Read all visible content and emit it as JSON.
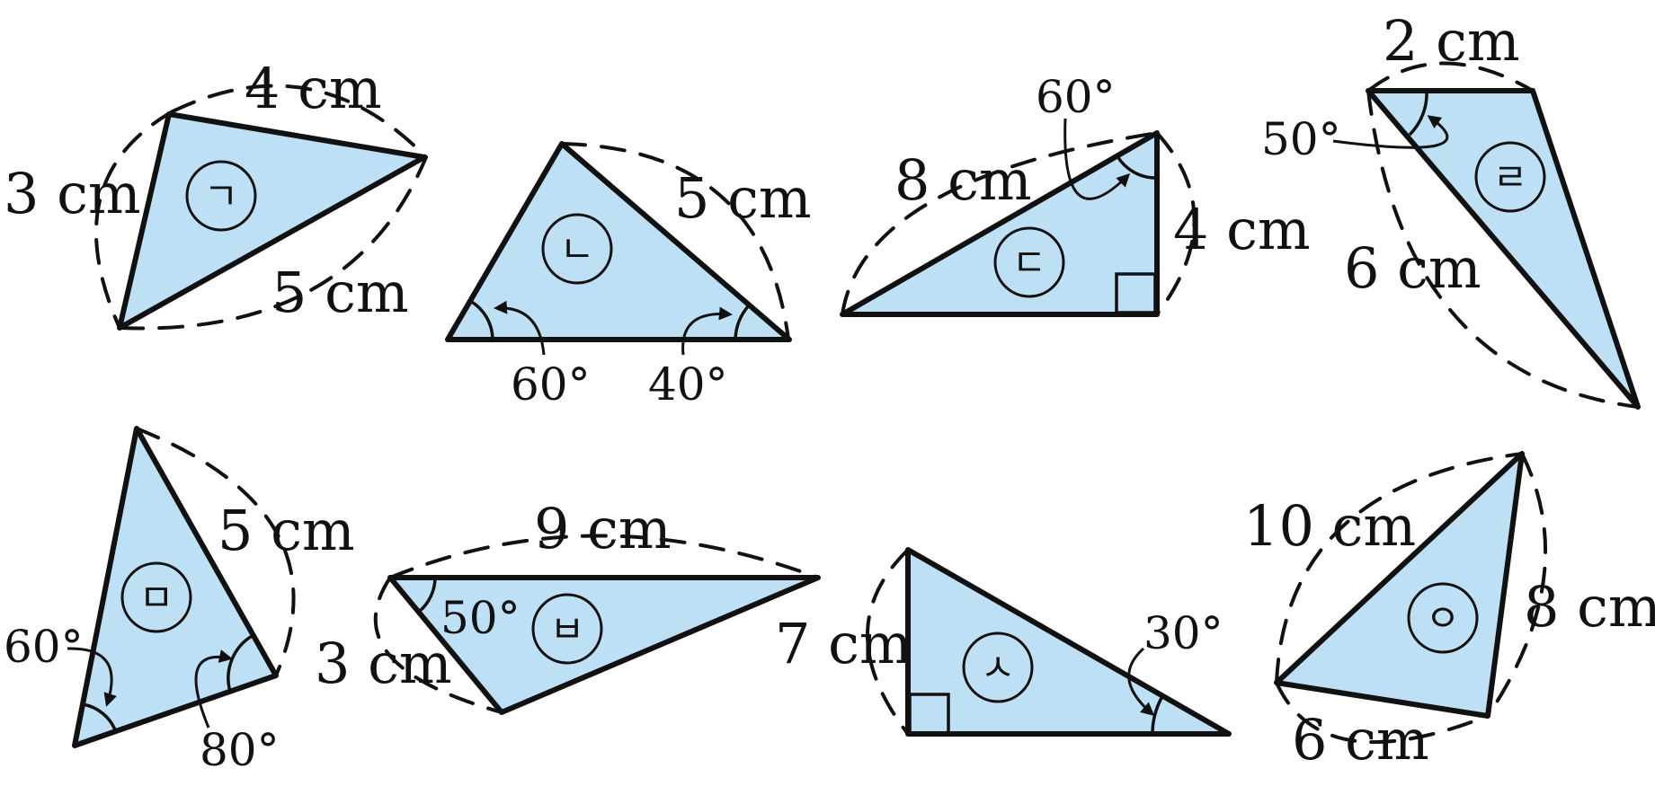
{
  "triangles": {
    "giyeok": {
      "id": "ㄱ",
      "side_a": "4 cm",
      "side_b": "3 cm",
      "side_c": "5 cm"
    },
    "nieun": {
      "id": "ㄴ",
      "side": "5 cm",
      "angle_left": "60°",
      "angle_right": "40°"
    },
    "digeut": {
      "id": "ㄷ",
      "hypotenuse": "8 cm",
      "leg": "4 cm",
      "angle": "60°"
    },
    "rieul": {
      "id": "ㄹ",
      "top": "2 cm",
      "side": "6 cm",
      "angle": "50°"
    },
    "mieum": {
      "id": "ㅁ",
      "side": "5 cm",
      "angle_left": "60°",
      "angle_right": "80°"
    },
    "bieup": {
      "id": "ㅂ",
      "top": "9 cm",
      "side": "3 cm",
      "angle": "50°"
    },
    "siot": {
      "id": "ㅅ",
      "leg": "7 cm",
      "angle": "30°"
    },
    "ieung": {
      "id": "ㅇ",
      "side_a": "10 cm",
      "side_b": "8 cm",
      "side_c": "6 cm"
    }
  }
}
